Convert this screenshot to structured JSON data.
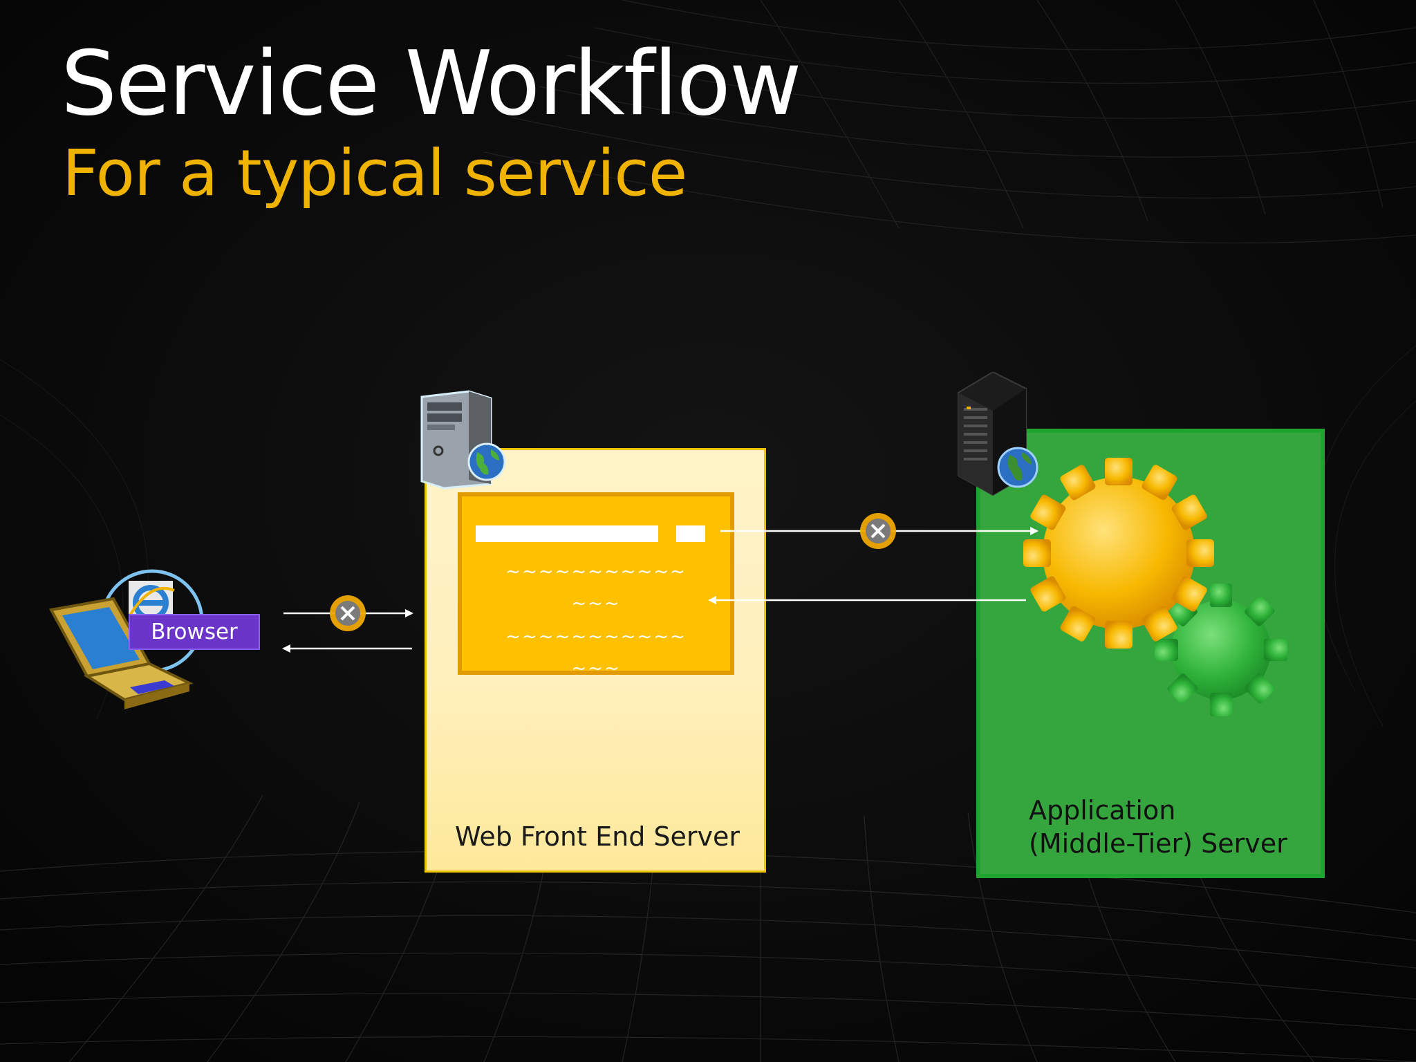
{
  "slide": {
    "title": "Service Workflow",
    "subtitle": "For a typical service"
  },
  "browser": {
    "label": "Browser"
  },
  "web_front_end": {
    "label": "Web Front End Server",
    "page_lines": [
      "~~~~~~~~~~~",
      "~~~",
      "~~~~~~~~~~~",
      "~~~"
    ]
  },
  "app_server": {
    "label_line1": "Application",
    "label_line2": "(Middle-Tier) Server"
  },
  "colors": {
    "title": "#ffffff",
    "subtitle": "#f0b400",
    "web_front_end_box": "#fff4c8",
    "page": "#ffc000",
    "app_server_box": "#35a63e",
    "browser_label": "#6a35c8"
  }
}
